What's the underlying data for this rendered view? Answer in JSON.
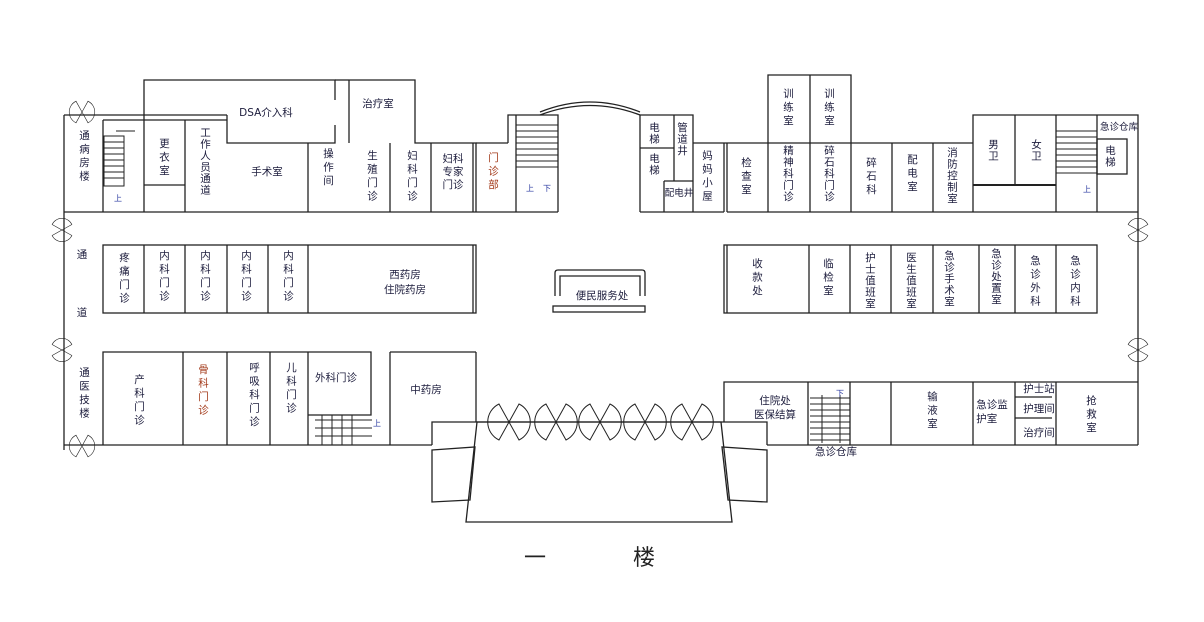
{
  "title": "一 楼",
  "north_wing": {
    "connector_ward": "通病房楼",
    "changing_room": "更衣室",
    "staff_passage": "工作人员通道",
    "dsa": "DSA介入科",
    "treatment_room": "治疗室",
    "operating_room": "手术室",
    "operation_room": "操作间",
    "reproductive_clinic": "生殖门诊",
    "gynecology_clinic": "妇科门诊",
    "gyn_expert_clinic": "妇科\n专家\n门诊",
    "clinic_dept": "门诊部",
    "elevator_1": "电梯",
    "elevator_2": "电梯",
    "pipe_shaft": "管道井",
    "power_shaft": "配电井",
    "mother_room": "妈妈小屋",
    "exam_room": "检查室",
    "training_room_1": "训练室",
    "training_room_2": "训练室",
    "psychiatry_clinic": "精神科门诊",
    "lithotripsy_clinic": "碎石科门诊",
    "lithotripsy": "碎石科",
    "power_room": "配电室",
    "fire_control": "消防控制室",
    "mens_wc": "男卫",
    "womens_wc": "女卫",
    "er_storage": "急诊仓库",
    "elevator_3": "电梯"
  },
  "corridor": {
    "tong": "通",
    "dao": "道"
  },
  "middle_left": {
    "pain_clinic": "疼痛门诊",
    "internal_clinics": [
      "内科门诊",
      "内科门诊",
      "内科门诊",
      "内科门诊"
    ],
    "pharmacy": "西药房\n住院药房"
  },
  "service_desk": "便民服务处",
  "middle_right": {
    "cashier": "收款处",
    "lab": "临检室",
    "nurse_duty": "护士值班室",
    "doctor_duty": "医生值班室",
    "er_surgery": "急诊手术室",
    "er_treatment": "急诊处置室",
    "er_surgical": "急诊外科",
    "er_internal": "急诊内科"
  },
  "south_wing": {
    "connector_tech": "通医技楼",
    "obstetrics": "产科门诊",
    "orthopedics": "骨科门诊",
    "respiratory": "呼吸科门诊",
    "pediatrics": "儿科门诊",
    "surgery_clinic": "外科门诊",
    "tcm_pharmacy": "中药房",
    "admission": "住院处\n医保结算",
    "infusion": "输液室",
    "er_icu": "急诊监\n护室",
    "nurse_station": "护士站",
    "nursing_room": "护理间",
    "therapy_room": "治疗间",
    "resuscitation": "抢救室",
    "er_storage": "急诊仓库"
  },
  "stair_marks": [
    "上",
    "上",
    "下",
    "上",
    "上",
    "下"
  ]
}
